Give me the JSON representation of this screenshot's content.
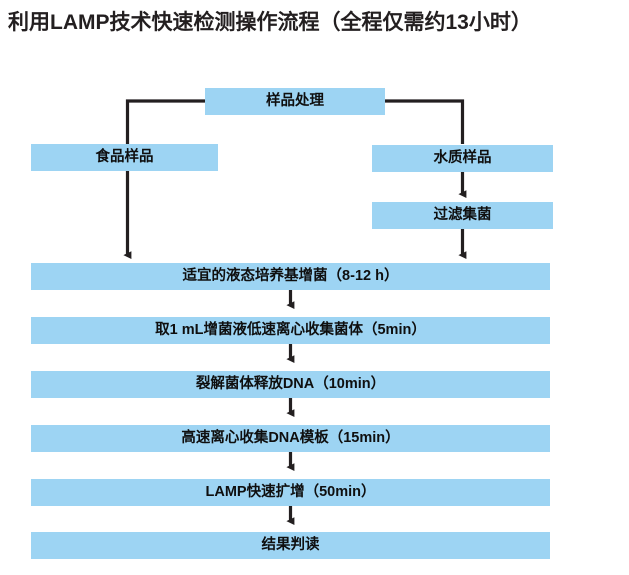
{
  "title": "利用LAMP技术快速检测操作流程（全程仅需约13小时）",
  "colors": {
    "box_fill": "#9dd4f3",
    "connector": "#231f20",
    "text": "#0f0f0f",
    "title_text": "#231f20",
    "background": "#ffffff"
  },
  "flow": {
    "start": {
      "label": "样品处理"
    },
    "branches": [
      {
        "label": "食品样品"
      },
      {
        "label": "水质样品"
      }
    ],
    "water_step": {
      "label": "过滤集菌"
    },
    "steps": [
      {
        "label": "适宜的液态培养基增菌（8-12 h）",
        "duration": "8-12 h"
      },
      {
        "label": "取1 mL增菌液低速离心收集菌体（5min）",
        "duration": "5min"
      },
      {
        "label": "裂解菌体释放DNA（10min）",
        "duration": "10min"
      },
      {
        "label": "高速离心收集DNA模板（15min）",
        "duration": "15min"
      },
      {
        "label": "LAMP快速扩增（50min）",
        "duration": "50min"
      },
      {
        "label": "结果判读",
        "duration": ""
      }
    ]
  }
}
